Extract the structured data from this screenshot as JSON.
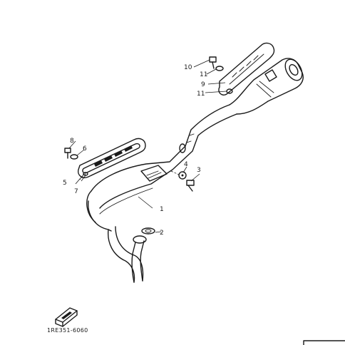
{
  "callouts": [
    "1",
    "2",
    "3",
    "4",
    "5",
    "6",
    "7",
    "8",
    "9",
    "10",
    "11",
    "11"
  ],
  "diagram_code": "1RE351-6060",
  "colors": {
    "ink": "#1a1a1a",
    "paper": "#ffffff"
  },
  "icons": [
    "front-direction-icon",
    "page-corner-icon"
  ]
}
